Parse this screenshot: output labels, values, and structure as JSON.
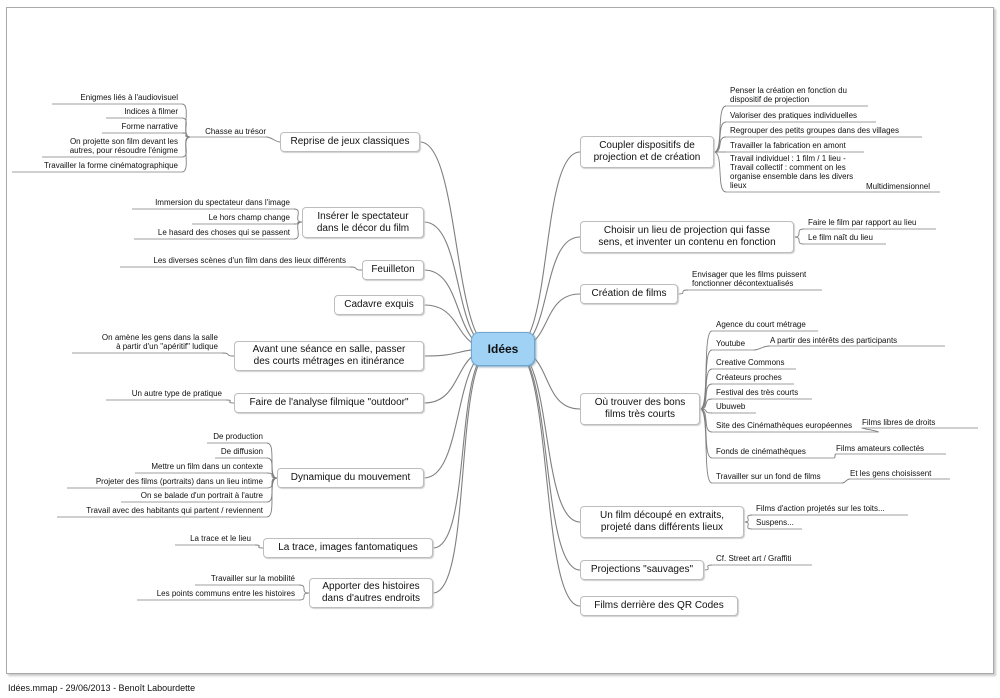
{
  "root": "Idées",
  "footer": "Idées.mmap - 29/06/2013 - Benoît Labourdette",
  "left": [
    {
      "label": "Reprise de jeux classiques",
      "sub": {
        "label": "Chasse au trésor",
        "leaves": [
          "Enigmes liés à l'audiovisuel",
          "Indices à filmer",
          "Forme narrative",
          "On projette son film devant les\nautres, pour résoudre l'énigme",
          "Travailler la forme cinématographique"
        ]
      }
    },
    {
      "label": "Insérer le spectateur\ndans le décor du film",
      "leaves": [
        "Immersion du spectateur dans l'image",
        "Le hors champ change",
        "Le hasard des choses qui se passent"
      ]
    },
    {
      "label": "Feuilleton",
      "leaves": [
        "Les diverses scènes d'un film dans des lieux différents"
      ]
    },
    {
      "label": "Cadavre exquis",
      "leaves": []
    },
    {
      "label": "Avant une séance en salle, passer\ndes courts métrages en itinérance",
      "leaves": [
        "On amène les gens dans la salle\nà partir d'un \"apéritif\" ludique"
      ]
    },
    {
      "label": "Faire de l'analyse filmique \"outdoor\"",
      "leaves": [
        "Un autre type de pratique"
      ]
    },
    {
      "label": "Dynamique du mouvement",
      "leaves": [
        "De production",
        "De diffusion",
        "Mettre un film dans un contexte",
        "Projeter des films (portraits) dans un lieu intime",
        "On se balade d'un portrait à l'autre",
        "Travail avec des habitants qui partent / reviennent"
      ]
    },
    {
      "label": "La trace, images fantomatiques",
      "leaves": [
        "La trace et le lieu"
      ]
    },
    {
      "label": "Apporter des histoires\ndans d'autres endroits",
      "leaves": [
        "Travailler sur la mobilité",
        "Les points communs entre les histoires"
      ]
    }
  ],
  "right": [
    {
      "label": "Coupler dispositifs de\nprojection et de création",
      "leaves": [
        "Penser la création en fonction du\ndispositif de projection",
        "Valoriser des pratiques individuelles",
        "Regrouper des petits groupes dans des villages",
        "Travailler la fabrication en amont",
        "Travail individuel : 1 film / 1 lieu -\nTravail collectif : comment on les\norganise ensemble dans les divers\nlieux"
      ],
      "extra": "Multidimensionnel"
    },
    {
      "label": "Choisir un lieu de projection qui fasse\nsens, et inventer un contenu en fonction",
      "leaves": [
        "Faire le film par rapport au lieu",
        "Le film naît du lieu"
      ]
    },
    {
      "label": "Création de films",
      "leaves": [
        "Envisager que les films puissent\nfonctionner décontextualisés"
      ]
    },
    {
      "label": "Où trouver des bons\nfilms très courts",
      "leaves": [
        "Agence du court métrage",
        "Youtube",
        "Creative Commons",
        "Créateurs proches",
        "Festival des très courts",
        "Ubuweb",
        "Site des Cinémathèques européennes",
        "Fonds de cinémathèques",
        "Travailler sur un fond de films"
      ],
      "subleaves": [
        "A partir des intérêts des participants",
        "Films libres de droits",
        "Films amateurs collectés",
        "Et les gens choisissent"
      ]
    },
    {
      "label": "Un film découpé en extraits,\nprojeté dans différents lieux",
      "leaves": [
        "Films d'action projetés sur les toits...",
        "Suspens..."
      ]
    },
    {
      "label": "Projections \"sauvages\"",
      "leaves": [
        "Cf. Street art / Graffiti"
      ]
    },
    {
      "label": "Films derrière des QR Codes",
      "leaves": []
    }
  ]
}
